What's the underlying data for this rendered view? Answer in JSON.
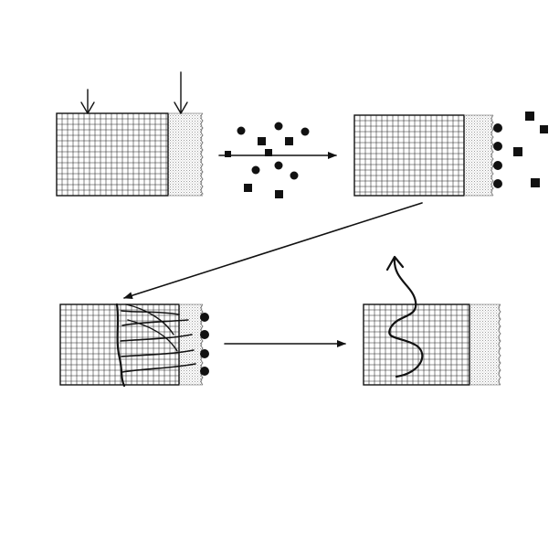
{
  "colors": {
    "ink": "#111111",
    "grid": "#222222",
    "stipple": "#c9c9c9",
    "background": "#ffffff"
  },
  "panels": [
    {
      "id": "panel-1",
      "features": [
        "grid-block",
        "stippled-edge",
        "irradiation-arrows"
      ]
    },
    {
      "id": "panel-2",
      "features": [
        "grid-block",
        "stippled-edge",
        "adsorbed-dots",
        "free-squares"
      ]
    },
    {
      "id": "panel-3",
      "features": [
        "grid-block",
        "stippled-edge",
        "adsorbed-dots",
        "crack-lines"
      ]
    },
    {
      "id": "panel-4",
      "features": [
        "grid-block",
        "stippled-edge",
        "wavy-emission-arrow"
      ]
    }
  ],
  "particles": {
    "dots_panel_1_2": 6,
    "squares_panel_1_2": 6,
    "free_squares_panel_2": 4,
    "adsorbed_dots_panel_2": 4,
    "adsorbed_dots_panel_3": 4
  },
  "icons": {
    "transition": "arrow-right-icon",
    "diagonal": "arrow-down-left-icon",
    "emission": "wavy-arrow-up-icon"
  }
}
